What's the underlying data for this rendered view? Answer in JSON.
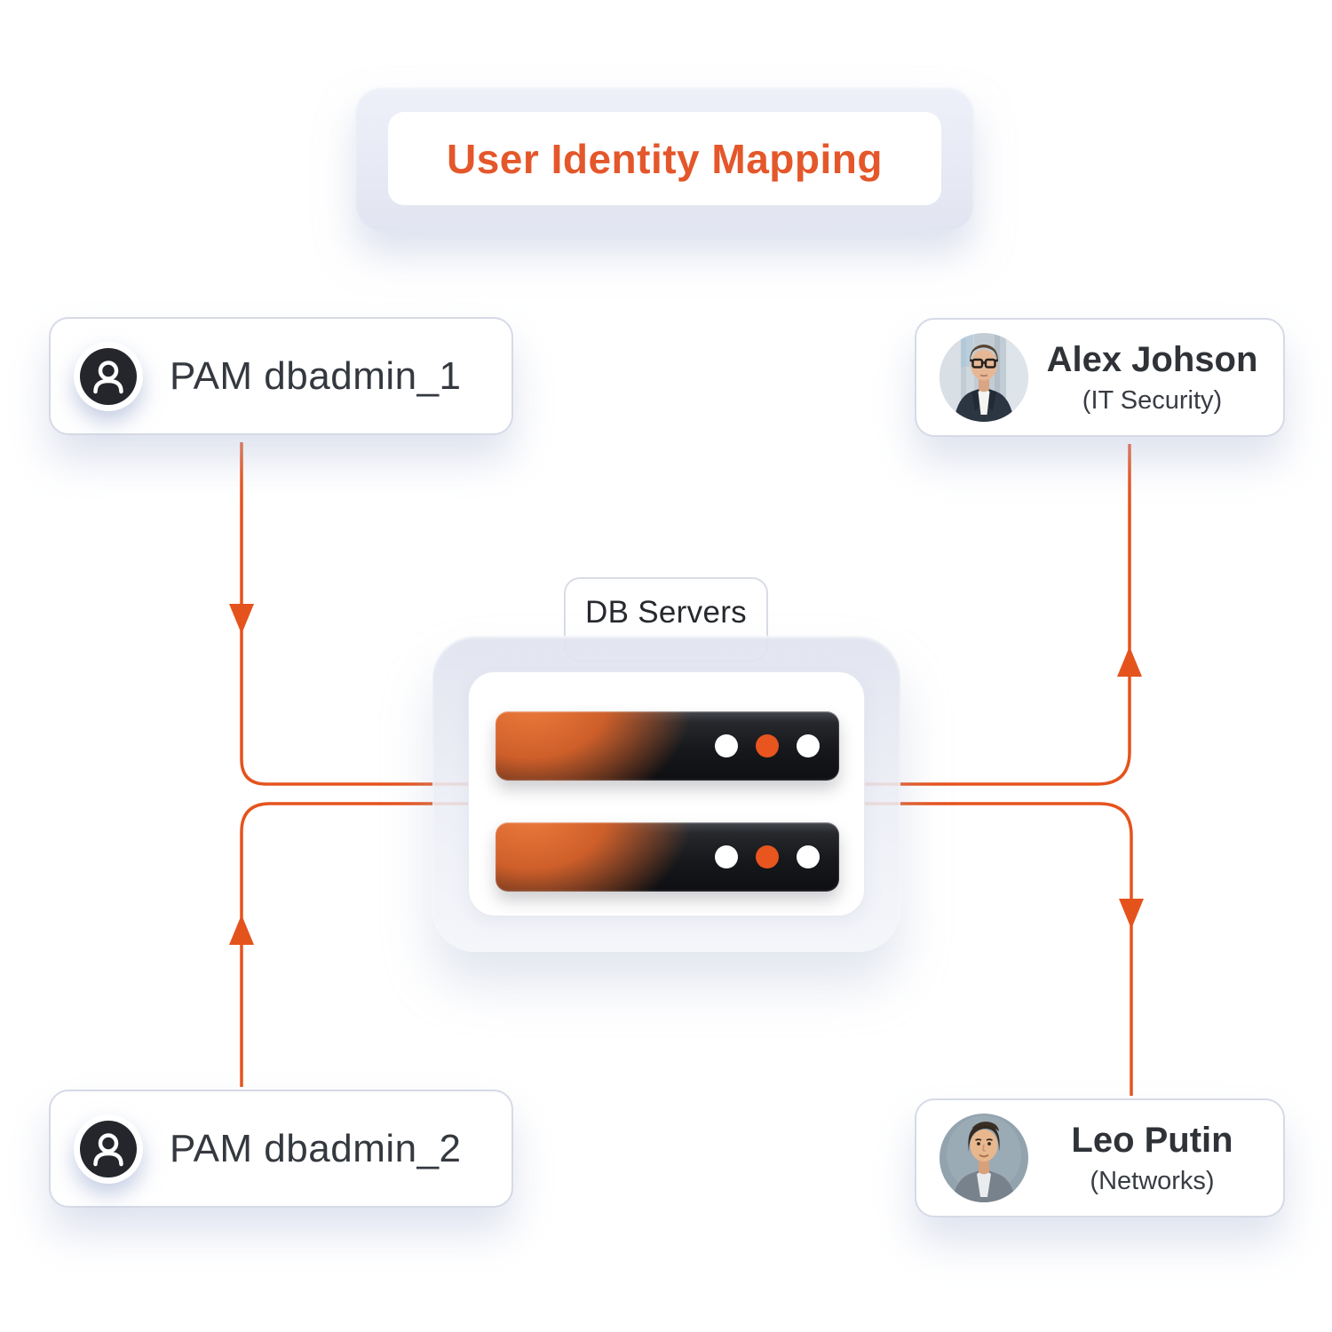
{
  "colors": {
    "accent": "#E5531D",
    "title_text": "#E4572B"
  },
  "title": {
    "text": "User Identity Mapping"
  },
  "center": {
    "label": "DB Servers",
    "server_count": 2,
    "indicator_colors": [
      "#FFFFFF",
      "#E8551F",
      "#FFFFFF"
    ]
  },
  "pam_accounts": [
    {
      "label": "PAM dbadmin_1"
    },
    {
      "label": "PAM dbadmin_2"
    }
  ],
  "people": [
    {
      "name": "Alex Johson",
      "role": "(IT Security)"
    },
    {
      "name": "Leo Putin",
      "role": "(Networks)"
    }
  ]
}
